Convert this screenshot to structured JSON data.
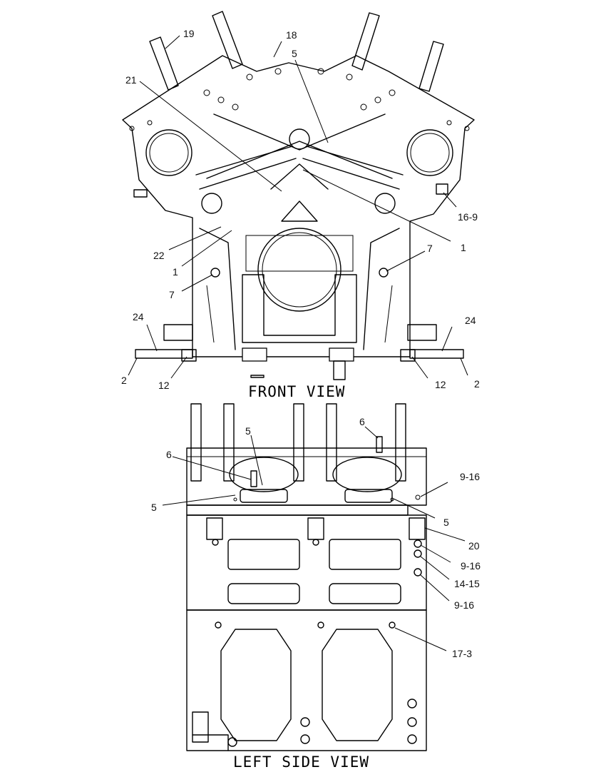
{
  "views": {
    "front": "FRONT VIEW",
    "left": "LEFT SIDE VIEW"
  },
  "front_callouts": {
    "c19": "19",
    "c18": "18",
    "c5": "5",
    "c21": "21",
    "c16_9": "16-9",
    "c1_right": "1",
    "c22": "22",
    "c1_left": "1",
    "c7_left": "7",
    "c7_right": "7",
    "c24_left": "24",
    "c24_right": "24",
    "c2_left": "2",
    "c12_left": "12",
    "c12_right": "12",
    "c2_right": "2"
  },
  "side_callouts": {
    "c6_top": "6",
    "c5_top": "5",
    "c6_left": "6",
    "c9_16_top": "9-16",
    "c5_left": "5",
    "c5_right": "5",
    "c20": "20",
    "c9_16_mid": "9-16",
    "c14_15": "14-15",
    "c9_16_low": "9-16",
    "c17_3": "17-3"
  }
}
